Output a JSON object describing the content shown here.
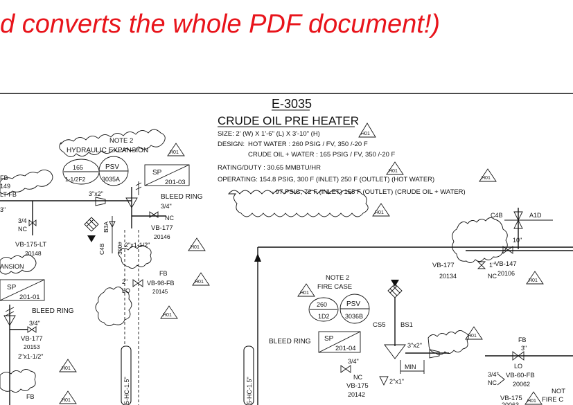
{
  "banner": {
    "text": "d converts the whole PDF document!)"
  },
  "diagram": {
    "equipment": {
      "tag": "E-3035",
      "name": "CRUDE OIL PRE HEATER",
      "size": "SIZE: 2' (W) X 1'-6\" (L) X 3'-10\" (H)",
      "design_label": "DESIGN:",
      "design_1": "HOT WATER : 260 PSIG / FV, 350 /-20 F",
      "design_2": "CRUDE OIL + WATER : 165 PSIG / FV, 350 /-20 F",
      "rating": "RATING/DUTY : 30.65 MMBTU/HR",
      "operating_1": "OPERATING: 154.8 PSIG, 300 F (INLET) 250 F (OUTLET) (HOT WATER)",
      "operating_2": "- 97 PSIG, 72 F (INLET) 155 F (OUTLET) (CRUDE OIL + WATER)"
    },
    "rev_tag": "H01",
    "note2_a": "NOTE 2",
    "hydraulic_expansion": "HYDRAULIC EXPANSION",
    "psv_3035a": {
      "set": "165",
      "size": "1-1/2F2",
      "label": "PSV",
      "tag": "3035A"
    },
    "sp_201_03": "SP",
    "sp_201_03_tag": "201-03",
    "bleed_ring_a": "BLEED RING",
    "pipe_3x2_a": "3\"x2\"",
    "size_34_a": "3/4\"",
    "nc_a": "NC",
    "vb177_a": "VB-177",
    "vb177_a_tag": "20146",
    "reducer_a": "2\"x1-1/2\"",
    "b3a": "B3A",
    "c4b_a": "C4B",
    "rating_300": "300#",
    "size_2": "2\"",
    "lo_a": "LO",
    "fb_a": "FB",
    "vb98": "VB-98-FB",
    "vb98_tag": "20145",
    "left_fb": "FB",
    "left_149": "149",
    "left_ltfb": "LT-FB",
    "left_3": "3\"",
    "left_34": "3/4",
    "left_nc": "NC",
    "vb175lt": "VB-175-LT",
    "vb175lt_tag": "20148",
    "left_ansion": "ANSION",
    "sp_201_01": "SP",
    "sp_201_01_tag": "201-01",
    "bleed_ring_b": "BLEED RING",
    "size_34_b": "3/4\"",
    "vb177_b": "VB-177",
    "vb177_b_tag": "20153",
    "reducer_b": "2\"x1-1/2\"",
    "fb_b": "FB",
    "line_hc_a": "5-HC-1.5\"",
    "line_hc_b": "5-HC-1.5\"",
    "c4b_b": "C4B",
    "a1d": "A1D",
    "size_10": "10\"",
    "vb177_c": "VB-177",
    "vb177_c_tag": "20134",
    "size_1": "1\"",
    "nc_c": "NC",
    "vb147": "VB-147",
    "vb147_tag": "20106",
    "note2_b": "NOTE 2",
    "fire_case": "FIRE CASE",
    "psv_3036b": {
      "set": "260",
      "size": "1D2",
      "label": "PSV",
      "tag": "3036B"
    },
    "cs5": "CS5",
    "bs1": "BS1",
    "bleed_ring_c": "BLEED RING",
    "sp_201_04": "SP",
    "sp_201_04_tag": "201-04",
    "pipe_3x2_b": "3\"x2\"",
    "size_34_c": "3/4\"",
    "nc_d": "NC",
    "vb175_b": "VB-175",
    "vb175_b_tag": "20142",
    "reducer_c": "2\"x1\"",
    "min": "MIN",
    "fb_c": "FB",
    "size_3": "3\"",
    "lo_c": "LO",
    "size_34_d": "3/4\"",
    "nc_e": "NC",
    "vb60": "VB-60-FB",
    "vb60_tag": "20062",
    "vb175_c": "VB-175",
    "vb175_c_tag": "20063",
    "note_right": "NOT",
    "fire_right": "FIRE C"
  }
}
